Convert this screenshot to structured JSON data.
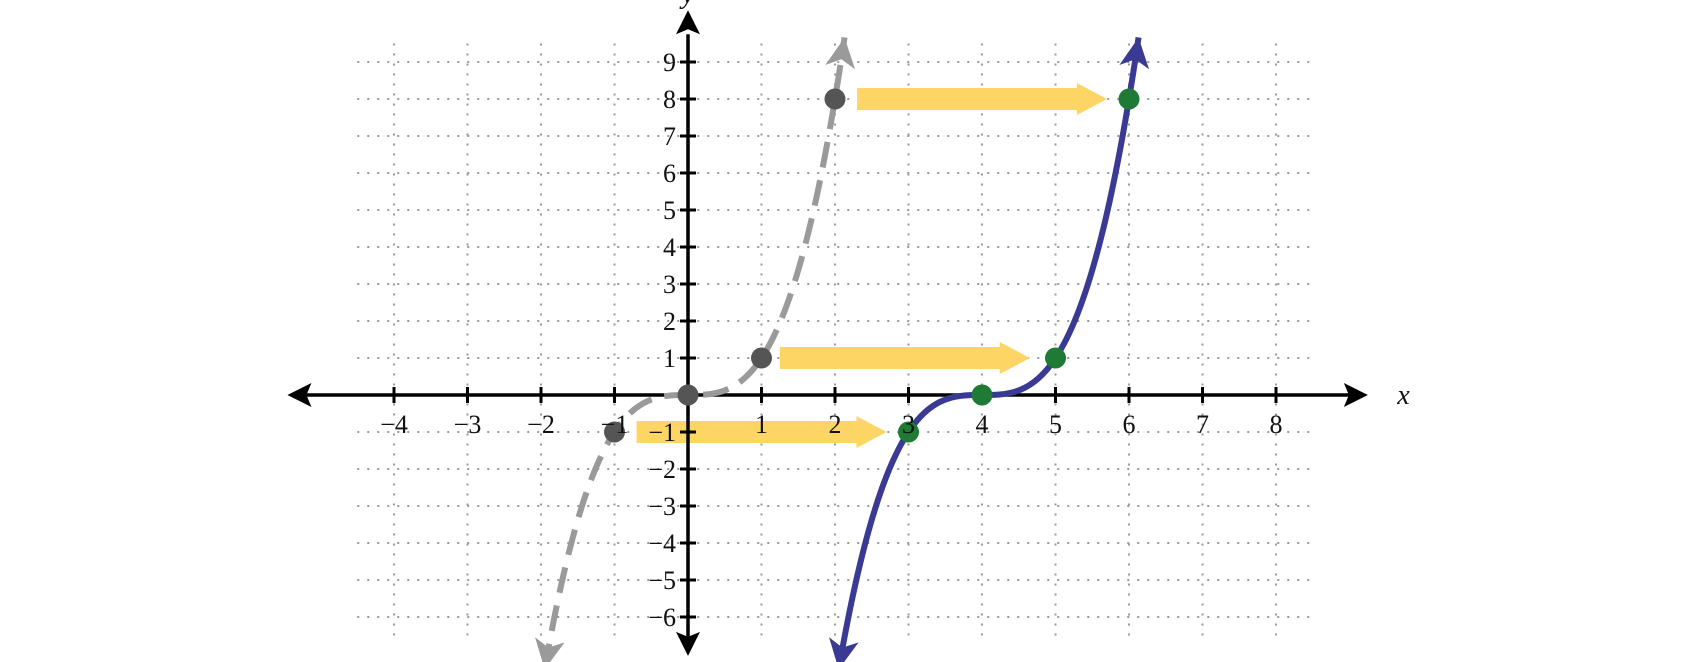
{
  "chart_data": {
    "type": "line",
    "title": "",
    "xlabel": "x",
    "ylabel": "y",
    "xlim": [
      -4.5,
      8.5
    ],
    "ylim": [
      -6.5,
      9.5
    ],
    "grid": true,
    "x_ticks": [
      -4,
      -3,
      -2,
      -1,
      1,
      2,
      3,
      4,
      5,
      6,
      7,
      8
    ],
    "y_ticks": [
      9,
      8,
      7,
      6,
      5,
      4,
      3,
      2,
      1,
      -1,
      -2,
      -3,
      -4,
      -5,
      -6
    ],
    "x_tick_labels": [
      "−4",
      "−3",
      "−2",
      "−1",
      "1",
      "2",
      "3",
      "4",
      "5",
      "6",
      "7",
      "8"
    ],
    "y_tick_labels": [
      "9",
      "8",
      "7",
      "6",
      "5",
      "4",
      "3",
      "2",
      "1",
      "−1",
      "−2",
      "−3",
      "−4",
      "−5",
      "−6"
    ],
    "series": [
      {
        "style": "dashed",
        "color": "#9a9a9a",
        "point_color": "#555555",
        "shift": 0,
        "x_range": [
          -1.95,
          2.13
        ],
        "points": [
          {
            "x": -1,
            "y": -1
          },
          {
            "x": 0,
            "y": 0
          },
          {
            "x": 1,
            "y": 1
          },
          {
            "x": 2,
            "y": 8
          }
        ]
      },
      {
        "style": "solid",
        "color": "#3a3a94",
        "point_color": "#1e7a34",
        "shift": 4,
        "x_range": [
          2.05,
          6.13
        ],
        "points": [
          {
            "x": 3,
            "y": -1
          },
          {
            "x": 4,
            "y": 0
          },
          {
            "x": 5,
            "y": 1
          },
          {
            "x": 6,
            "y": 8
          }
        ]
      }
    ],
    "arrows": [
      {
        "from": {
          "x": -0.7,
          "y": -1
        },
        "to": {
          "x": 2.7,
          "y": -1
        }
      },
      {
        "from": {
          "x": 1.25,
          "y": 1
        },
        "to": {
          "x": 4.65,
          "y": 1
        }
      },
      {
        "from": {
          "x": 2.3,
          "y": 8
        },
        "to": {
          "x": 5.7,
          "y": 8
        }
      }
    ],
    "colors": {
      "arrow": "#fdd565",
      "axis": "#000000",
      "grid": "#999999"
    }
  }
}
